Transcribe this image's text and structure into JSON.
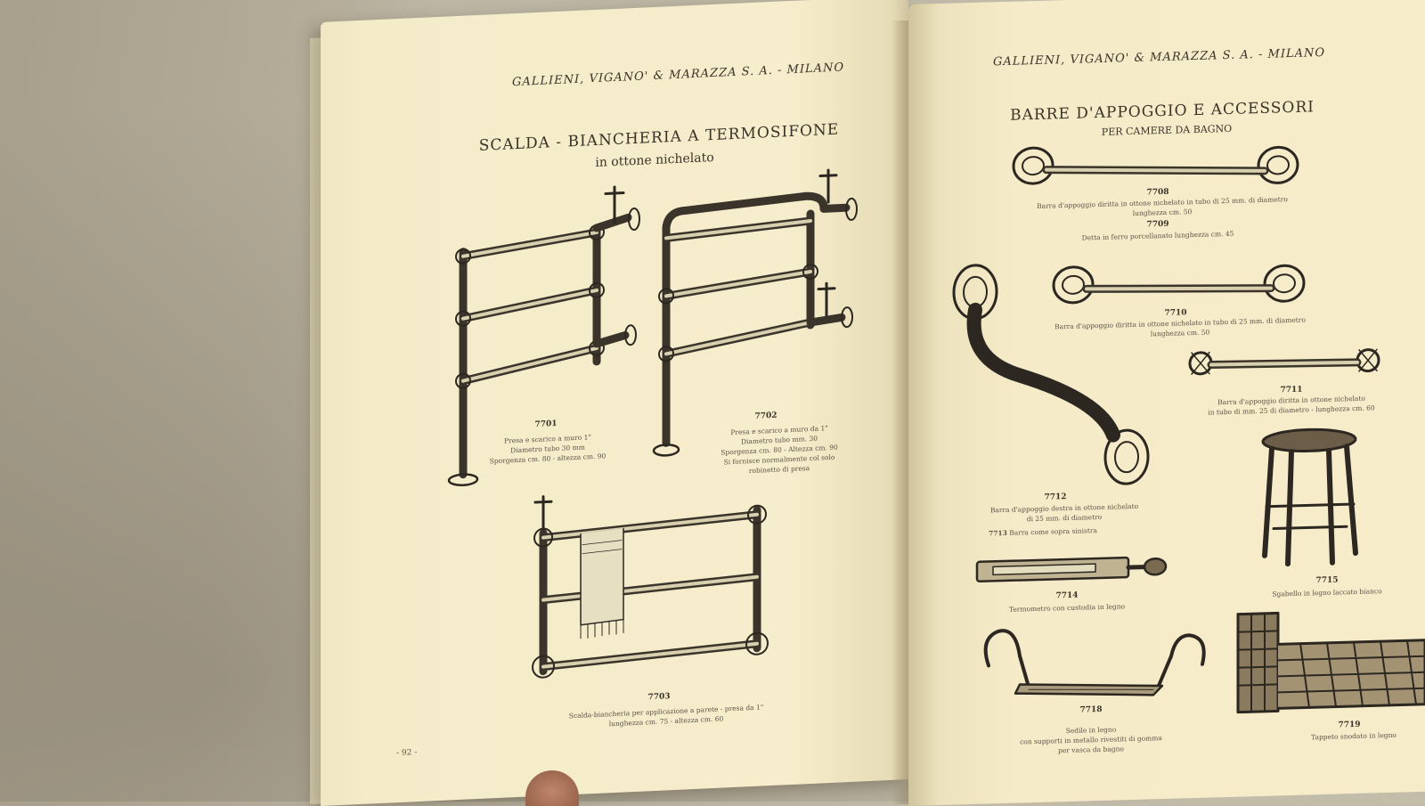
{
  "left_page": {
    "header": "GALLIENI, VIGANO' & MARAZZA S. A. - MILANO",
    "title": "SCALDA - BIANCHERIA A TERMOSIFONE",
    "subtitle": "in ottone nichelato",
    "products": [
      {
        "code": "7701",
        "lines": [
          "Presa e scarico a muro 1\"",
          "Diametro tubo 30 mm",
          "Sporgenza cm. 80 - altezza cm. 90"
        ]
      },
      {
        "code": "7702",
        "lines": [
          "Presa e scarico a muro da 1\"",
          "Diametro tubo mm. 30",
          "Sporgenza cm. 80 - Altezza cm. 90",
          "Si fornisce normalmente col solo",
          "robinetto di presa"
        ]
      },
      {
        "code": "7703",
        "lines": [
          "Scalda-biancheria per applicazione a parete - presa da 1\"",
          "lunghezza cm. 75 - altezza cm. 60"
        ]
      }
    ],
    "page_number": "- 92 -"
  },
  "right_page": {
    "header": "GALLIENI, VIGANO' & MARAZZA S. A. - MILANO",
    "title": "BARRE D'APPOGGIO E ACCESSORI",
    "subtitle": "PER CAMERE DA BAGNO",
    "products": [
      {
        "code": "7708",
        "lines": [
          "Barra d'appoggio diritta in ottone nichelato in tubo di 25 mm. di diametro",
          "lunghezza cm. 50"
        ]
      },
      {
        "code": "7709",
        "lines": [
          "Detta in ferro porcellanato  lunghezza cm. 45"
        ]
      },
      {
        "code": "7710",
        "lines": [
          "Barra d'appoggio diritta in ottone nichelato in tubo di 25 mm. di diametro",
          "lunghezza cm. 50"
        ]
      },
      {
        "code": "7711",
        "lines": [
          "Barra d'appoggio diritta in ottone nichelato",
          "in tubo di mm. 25 di diametro - lunghezza cm. 60"
        ]
      },
      {
        "code": "7712",
        "lines": [
          "Barra d'appoggio destra in ottone nichelato",
          "di 25 mm. di diametro"
        ]
      },
      {
        "code": "7713",
        "lines": [
          "Barra come sopra sinistra"
        ]
      },
      {
        "code": "7714",
        "lines": [
          "Termometro con custodia in legno"
        ]
      },
      {
        "code": "7715",
        "lines": [
          "Sgabello in legno laccato bianco"
        ]
      },
      {
        "code": "7718",
        "lines": [
          "Sedile in legno",
          "con supporti in metallo rivestiti di gomma",
          "per vasca da bagno"
        ]
      },
      {
        "code": "7719",
        "lines": [
          "Tappeto snodato in legno"
        ]
      }
    ]
  }
}
